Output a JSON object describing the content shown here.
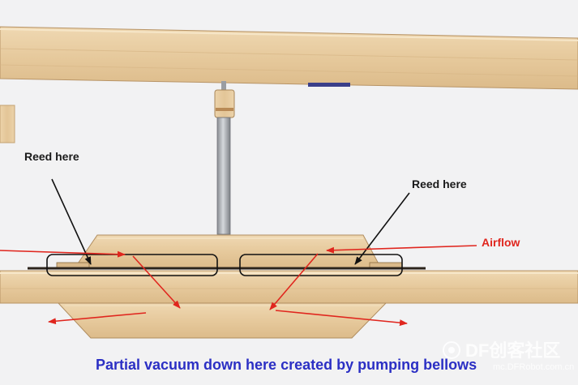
{
  "labels": {
    "reed_left": "Reed here",
    "reed_right": "Reed here",
    "airflow": "Airflow",
    "caption": "Partial vacuum down here created by pumping bellows"
  },
  "watermark": {
    "brand": "DF创客社区",
    "url": "mc.DFRobot.com.cn"
  },
  "colors": {
    "wood": "#e9cfa5",
    "wood_dark": "#d7b585",
    "arrow_red": "#e0261e",
    "caption_blue": "#2b2fc4",
    "background": "#f2f2f3"
  }
}
